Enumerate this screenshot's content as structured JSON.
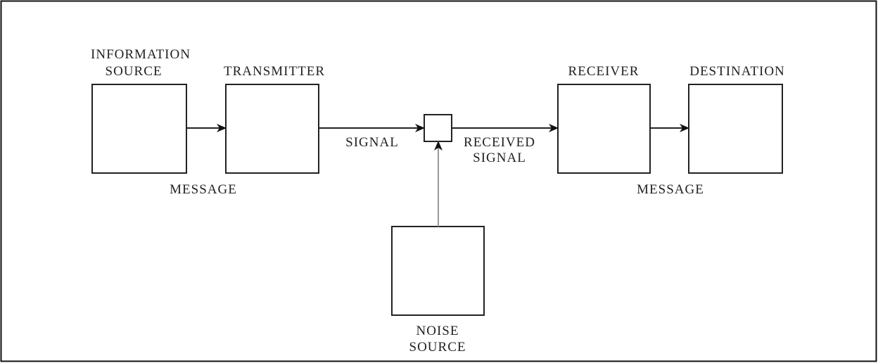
{
  "blocks": {
    "information_source": [
      "INFORMATION",
      "SOURCE"
    ],
    "transmitter": "TRANSMITTER",
    "receiver": "RECEIVER",
    "destination": "DESTINATION",
    "noise_source": [
      "NOISE",
      "SOURCE"
    ]
  },
  "edges": {
    "message_in": "MESSAGE",
    "signal": "SIGNAL",
    "received_signal": [
      "RECEIVED",
      "SIGNAL"
    ],
    "message_out": "MESSAGE"
  },
  "colors": {
    "line": "#222222",
    "noise_line": "#999999"
  }
}
